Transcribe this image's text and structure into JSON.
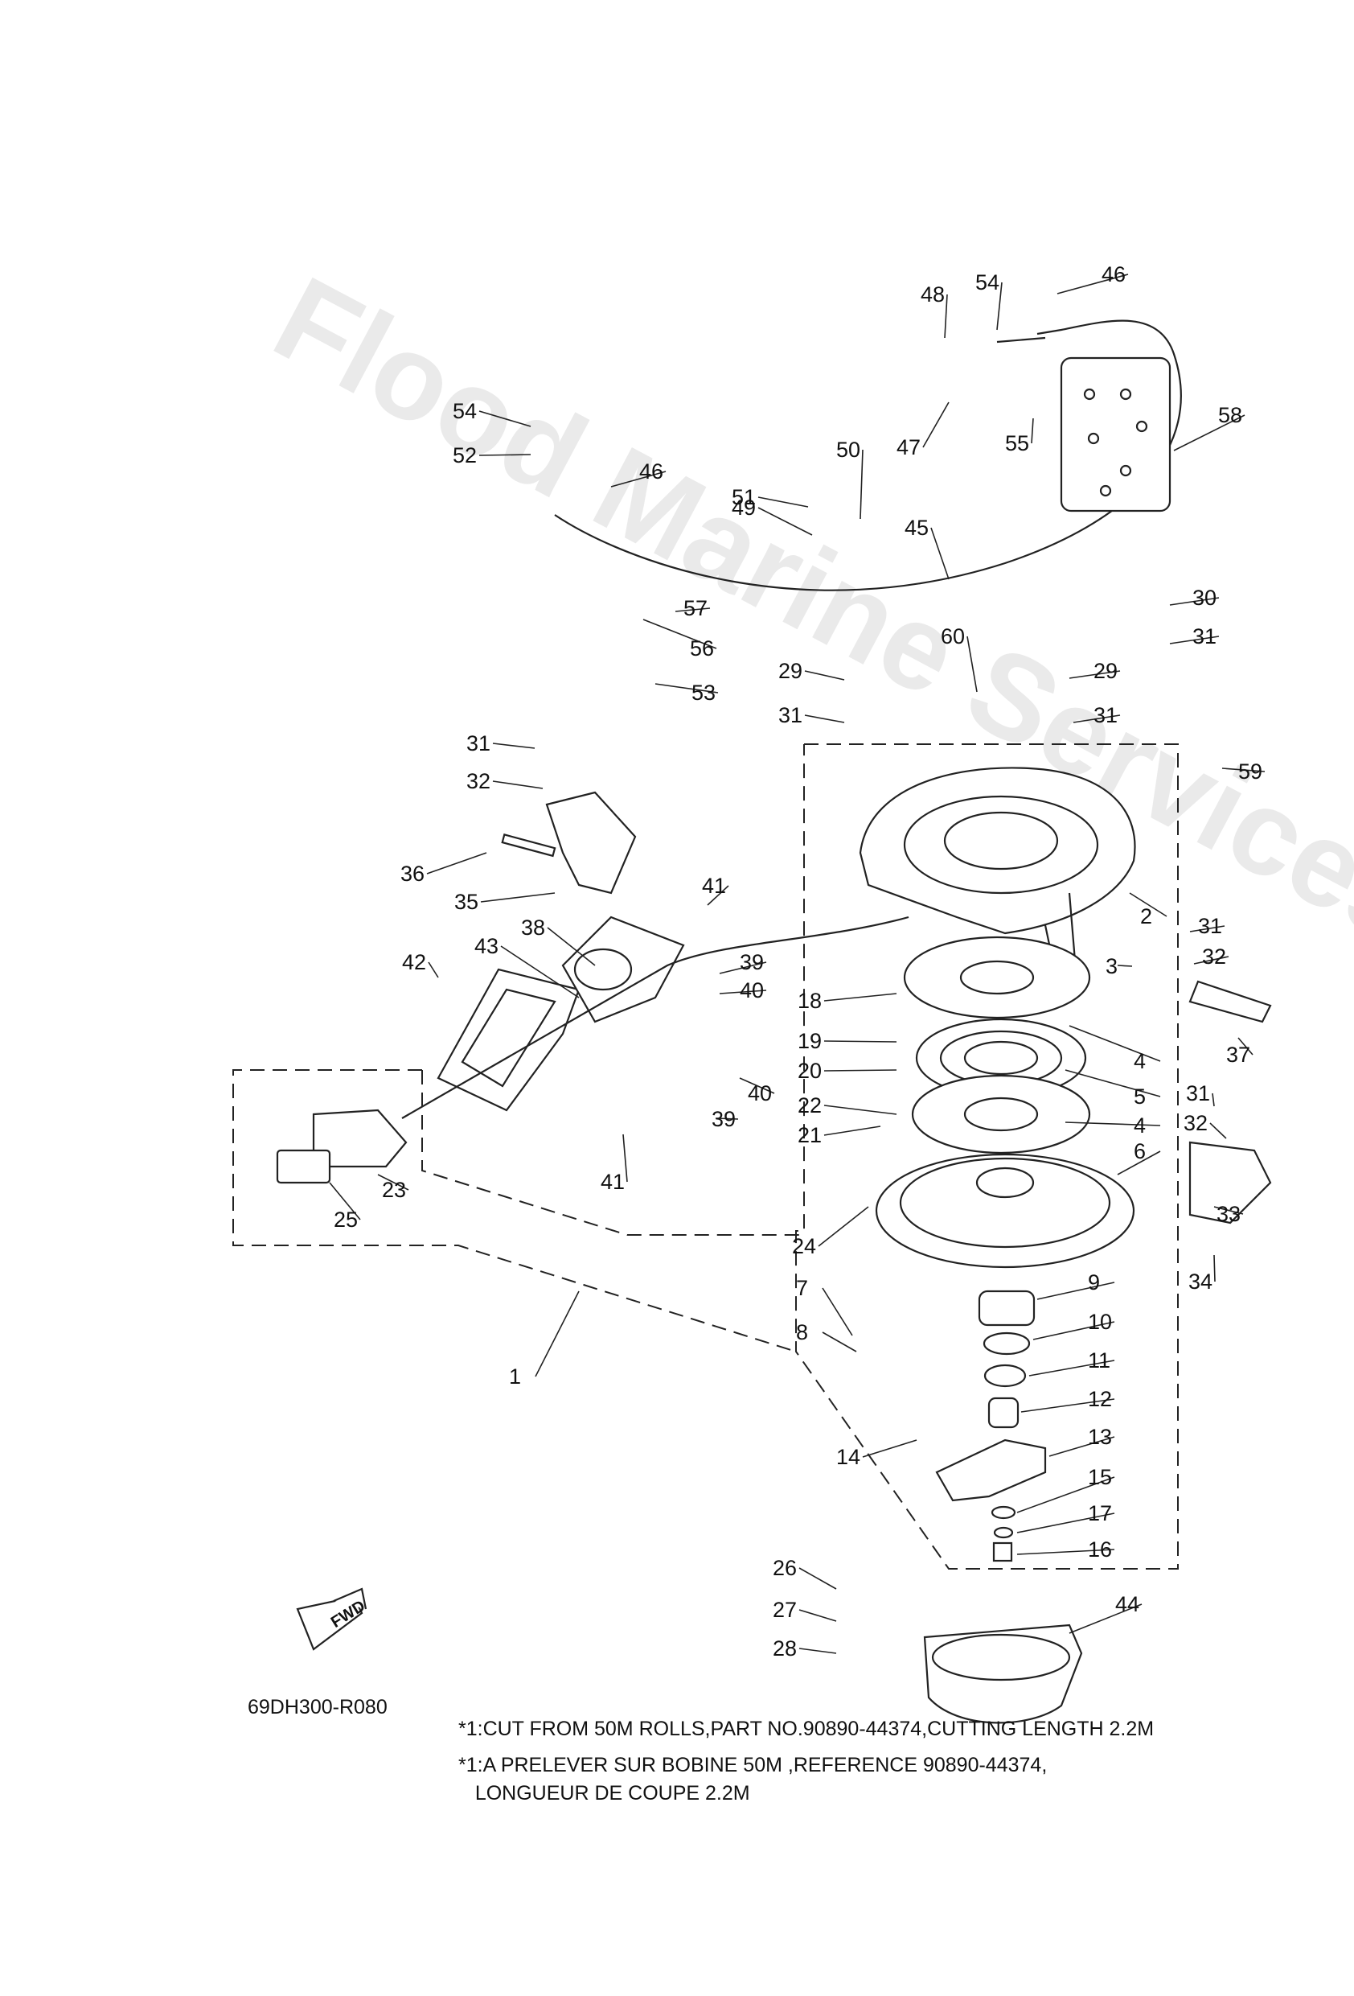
{
  "watermark": "Flood Marine Services",
  "drawing_code": "69DH300-R080",
  "fwd_label": "FWD",
  "notes": [
    "*1:CUT FROM 50M ROLLS,PART NO.90890-44374,CUTTING LENGTH 2.2M",
    "*1:A PRELEVER SUR BOBINE 50M ,REFERENCE 90890-44374,",
    "   LONGUEUR DE COUPE 2.2M"
  ],
  "labels": [
    "46",
    "48",
    "54",
    "58",
    "54",
    "52",
    "46",
    "51",
    "50",
    "49",
    "47",
    "55",
    "45",
    "57",
    "56",
    "53",
    "30",
    "31",
    "60",
    "29",
    "29",
    "31",
    "31",
    "59",
    "31",
    "32",
    "36",
    "35",
    "41",
    "38",
    "43",
    "42",
    "39",
    "40",
    "18",
    "19",
    "20",
    "22",
    "21",
    "40",
    "39",
    "41",
    "2",
    "31",
    "3",
    "32",
    "37",
    "4",
    "5",
    "4",
    "6",
    "31",
    "32",
    "33",
    "34",
    "23",
    "25",
    "24",
    "9",
    "10",
    "11",
    "12",
    "13",
    "14",
    "15",
    "17",
    "16",
    "7",
    "8",
    "1",
    "26",
    "27",
    "28",
    "44"
  ]
}
